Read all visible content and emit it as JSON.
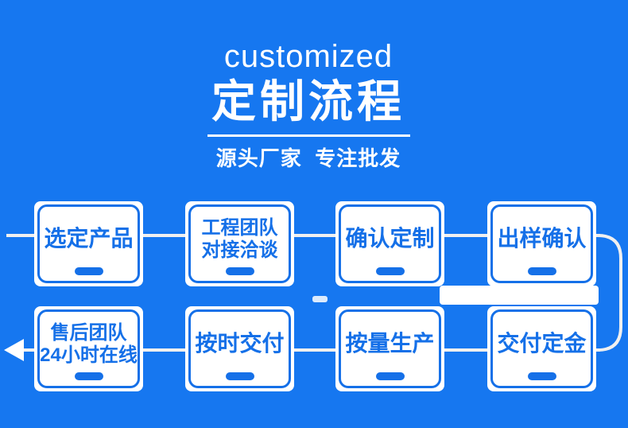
{
  "colors": {
    "background": "#1677F0",
    "box_accent": "#1570E8",
    "connector_line": "#F0F0F0",
    "header_text": "#FFFFFF"
  },
  "header": {
    "eyebrow": "customized",
    "title": "定制流程",
    "subtitle": "源头厂家  专注批发"
  },
  "icons": {
    "flow_end_arrow": "arrow-left"
  },
  "flow": {
    "direction": "row1 left-to-right, curve down on right, row2 right-to-left, arrow exits left",
    "steps": [
      {
        "name": "select-product",
        "lines": [
          "选定产品"
        ]
      },
      {
        "name": "engineering-team-negotiation",
        "lines": [
          "工程团队",
          "对接洽谈"
        ]
      },
      {
        "name": "confirm-customization",
        "lines": [
          "确认定制"
        ]
      },
      {
        "name": "sample-confirmation",
        "lines": [
          "出样确认"
        ]
      },
      {
        "name": "after-sales-team-24h-online",
        "lines": [
          "售后团队",
          "24小时在线"
        ]
      },
      {
        "name": "on-time-delivery",
        "lines": [
          "按时交付"
        ]
      },
      {
        "name": "production-by-quantity",
        "lines": [
          "按量生产"
        ]
      },
      {
        "name": "deposit-payment",
        "lines": [
          "交付定金"
        ]
      }
    ]
  }
}
